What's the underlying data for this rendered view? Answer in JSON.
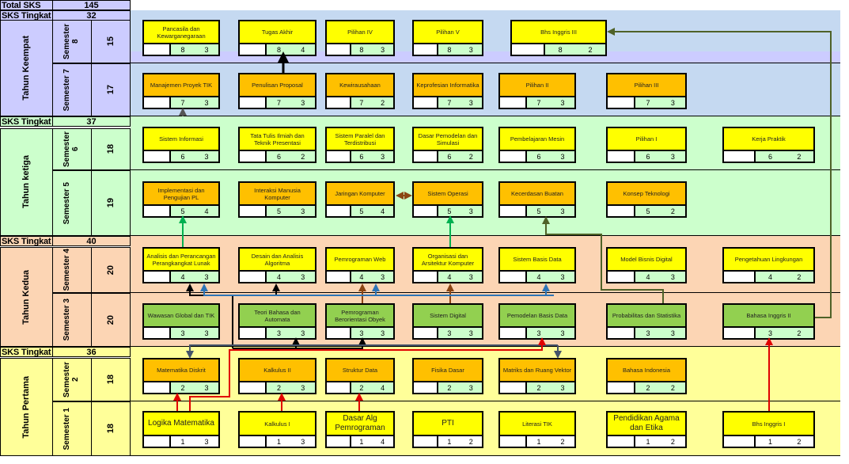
{
  "total": {
    "label": "Total SKS",
    "value": "145"
  },
  "years": [
    {
      "name": "Tahun Keempat",
      "sks_label": "SKS Tingkat",
      "sks": "32",
      "color": "#ccccff",
      "area": "#c5d9f1",
      "semesters": [
        {
          "label": "Semester 8",
          "sks": "15"
        },
        {
          "label": "Semester 7",
          "sks": "17"
        }
      ]
    },
    {
      "name": "Tahun ketiga",
      "sks_label": "SKS Tingkat",
      "sks": "37",
      "color": "#ccffcc",
      "area": "#ccffcc",
      "semesters": [
        {
          "label": "Semester 6",
          "sks": "18"
        },
        {
          "label": "Semester 5",
          "sks": "19"
        }
      ]
    },
    {
      "name": "Tahun Kedua",
      "sks_label": "SKS Tingkat",
      "sks": "40",
      "color": "#fcd5b4",
      "area": "#fcd5b4",
      "semesters": [
        {
          "label": "Semester 4",
          "sks": "20"
        },
        {
          "label": "Semester 3",
          "sks": "20"
        }
      ]
    },
    {
      "name": "Tahun Pertama",
      "sks_label": "SKS Tingkat",
      "sks": "36",
      "color": "#ffff99",
      "area": "#ffff99",
      "semesters": [
        {
          "label": "Semester 2",
          "sks": "18"
        },
        {
          "label": "Semester 1",
          "sks": "18"
        }
      ]
    }
  ],
  "colors": {
    "yellow": "#ffff00",
    "orange": "#ffc000",
    "green": "#92d050"
  },
  "course_rows": [
    {
      "semester": 8,
      "color": "yellow",
      "courses": [
        {
          "name": "Pancasila dan Kewarganegaraan",
          "sem": "8",
          "sks": "3"
        },
        {
          "name": "Tugas Akhir",
          "sem": "8",
          "sks": "4"
        },
        {
          "name": "Pilihan IV",
          "sem": "8",
          "sks": "3"
        },
        {
          "name": "Pilihan V",
          "sem": "8",
          "sks": "3"
        },
        {
          "name": "Bhs Inggris III",
          "sem": "8",
          "sks": "2"
        }
      ]
    },
    {
      "semester": 7,
      "color": "orange",
      "courses": [
        {
          "name": "Manajemen Proyek TIK",
          "sem": "7",
          "sks": "3"
        },
        {
          "name": "Penulisan Proposal",
          "sem": "7",
          "sks": "3"
        },
        {
          "name": "Kewirausahaan",
          "sem": "7",
          "sks": "2"
        },
        {
          "name": "Keprofesian Informatika",
          "sem": "7",
          "sks": "3"
        },
        {
          "name": "Pilihan II",
          "sem": "7",
          "sks": "3"
        },
        {
          "name": "Pilihan III",
          "sem": "7",
          "sks": "3"
        }
      ]
    },
    {
      "semester": 6,
      "color": "yellow",
      "courses": [
        {
          "name": "Sistem Informasi",
          "sem": "6",
          "sks": "3"
        },
        {
          "name": "Tata Tulis Ilmiah dan Teknik Presentasi",
          "sem": "6",
          "sks": "2"
        },
        {
          "name": "Sistem Paralel dan Terdistribusi",
          "sem": "6",
          "sks": "3"
        },
        {
          "name": "Dasar Pemodelan dan Simulasi",
          "sem": "6",
          "sks": "2"
        },
        {
          "name": "Pembelajaran Mesin",
          "sem": "6",
          "sks": "3"
        },
        {
          "name": "Pilihan I",
          "sem": "6",
          "sks": "3"
        },
        {
          "name": "Kerja Praktik",
          "sem": "6",
          "sks": "2"
        }
      ]
    },
    {
      "semester": 5,
      "color": "orange",
      "courses": [
        {
          "name": "Implementasi dan Pengujian PL",
          "sem": "5",
          "sks": "4"
        },
        {
          "name": "Interaksi Manusia Komputer",
          "sem": "5",
          "sks": "3"
        },
        {
          "name": "Jaringan Komputer",
          "sem": "5",
          "sks": "4"
        },
        {
          "name": "Sistem Operasi",
          "sem": "5",
          "sks": "3"
        },
        {
          "name": "Kecerdasan Buatan",
          "sem": "5",
          "sks": "3"
        },
        {
          "name": "Konsep Teknologi",
          "sem": "5",
          "sks": "2"
        }
      ]
    },
    {
      "semester": 4,
      "color": "yellow",
      "courses": [
        {
          "name": "Analisis dan Perancangan Perangkangkat Lunak",
          "sem": "4",
          "sks": "3"
        },
        {
          "name": "Desain dan Analisis Algoritma",
          "sem": "4",
          "sks": "3"
        },
        {
          "name": "Pemrograman Web",
          "sem": "4",
          "sks": "3"
        },
        {
          "name": "Organisasi dan Arsitektur Komputer",
          "sem": "4",
          "sks": "3"
        },
        {
          "name": "Sistem Basis Data",
          "sem": "4",
          "sks": "3"
        },
        {
          "name": "Model Bisnis Digital",
          "sem": "4",
          "sks": "3"
        },
        {
          "name": "Pengetahuan Lingkungan",
          "sem": "4",
          "sks": "2"
        }
      ]
    },
    {
      "semester": 3,
      "color": "green",
      "courses": [
        {
          "name": "Wawasan Global dan TIK",
          "sem": "3",
          "sks": "3"
        },
        {
          "name": "Teori Bahasa dan Automata",
          "sem": "3",
          "sks": "3"
        },
        {
          "name": "Pemrograman Berorientasi Obyek",
          "sem": "3",
          "sks": "3"
        },
        {
          "name": "Sistem Digital",
          "sem": "3",
          "sks": "3"
        },
        {
          "name": "Pemodelan Basis Data",
          "sem": "3",
          "sks": "3"
        },
        {
          "name": "Probabilitas dan Statistika",
          "sem": "3",
          "sks": "3"
        },
        {
          "name": "Bahasa Inggris II",
          "sem": "3",
          "sks": "2"
        }
      ]
    },
    {
      "semester": 2,
      "color": "orange",
      "courses": [
        {
          "name": "Matematika Diskrit",
          "sem": "2",
          "sks": "3"
        },
        {
          "name": "Kalkulus II",
          "sem": "2",
          "sks": "3"
        },
        {
          "name": "Struktur Data",
          "sem": "2",
          "sks": "4"
        },
        {
          "name": "Fisika Dasar",
          "sem": "2",
          "sks": "3"
        },
        {
          "name": "Matriks dan Ruang Vektor",
          "sem": "2",
          "sks": "3"
        },
        {
          "name": "Bahasa Indonesia",
          "sem": "2",
          "sks": "2"
        }
      ]
    },
    {
      "semester": 1,
      "color": "yellow",
      "courses": [
        {
          "name": "Logika Matematika",
          "sem": "1",
          "sks": "3"
        },
        {
          "name": "Kalkulus I",
          "sem": "1",
          "sks": "3"
        },
        {
          "name": "Dasar Alg Pemrograman",
          "sem": "1",
          "sks": "4"
        },
        {
          "name": "PTI",
          "sem": "1",
          "sks": "2"
        },
        {
          "name": "Literasi TIK",
          "sem": "1",
          "sks": "2"
        },
        {
          "name": "Pendidikan Agama dan Etika",
          "sem": "1",
          "sks": "2"
        },
        {
          "name": "Bhs Inggris I",
          "sem": "1",
          "sks": "2"
        }
      ]
    }
  ]
}
